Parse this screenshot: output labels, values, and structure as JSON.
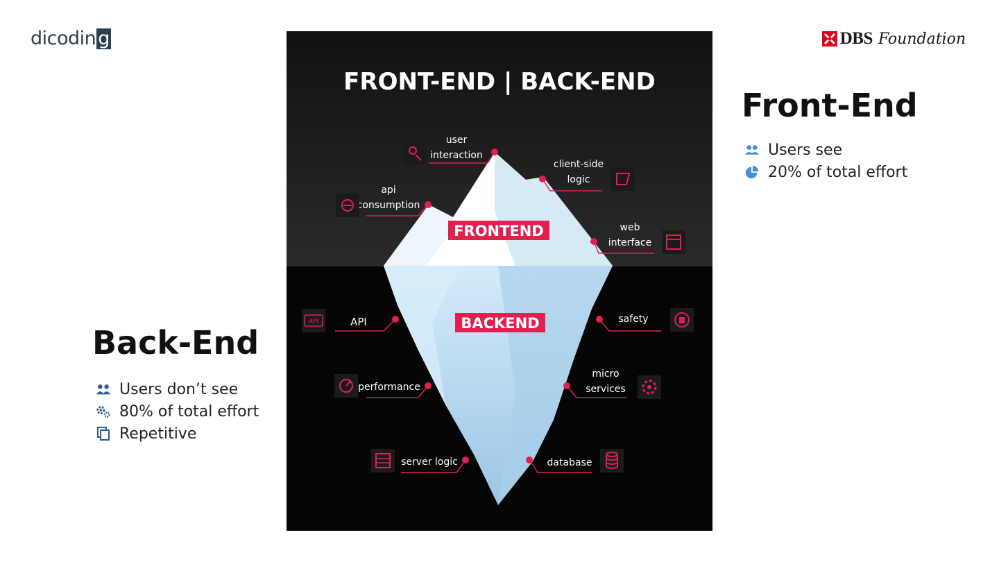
{
  "logos": {
    "left": {
      "text": "dicodin",
      "g": "g"
    },
    "right": {
      "brand": "DBS",
      "script": "Foundation"
    }
  },
  "diagram": {
    "title": "FRONT-END | BACK-END",
    "frontend_label": "FRONTEND",
    "backend_label": "BACKEND",
    "frontend_items": {
      "user_interaction": [
        "user",
        "interaction"
      ],
      "client_side_logic": [
        "client-side",
        "logic"
      ],
      "api_consumption": [
        "api",
        "consumption"
      ],
      "web_interface": [
        "web",
        "interface"
      ]
    },
    "backend_items": {
      "api": "API",
      "safety": "safety",
      "performance": "performance",
      "micro_services": [
        "micro",
        "services"
      ],
      "server_logic": "server logic",
      "database": "database"
    },
    "api_icon_text": "API",
    "colors": {
      "accent": "#e0204f",
      "background": "#141414",
      "ice": "#bfdcf0"
    }
  },
  "frontend": {
    "title": "Front-End",
    "bullets": [
      {
        "icon": "users-icon",
        "text": "Users see"
      },
      {
        "icon": "pie-chart-icon",
        "text": "20% of total effort"
      }
    ]
  },
  "backend": {
    "title": "Back-End",
    "bullets": [
      {
        "icon": "users-icon",
        "text": "Users don’t see"
      },
      {
        "icon": "gears-icon",
        "text": "80% of total effort"
      },
      {
        "icon": "copy-icon",
        "text": "Repetitive"
      }
    ]
  }
}
